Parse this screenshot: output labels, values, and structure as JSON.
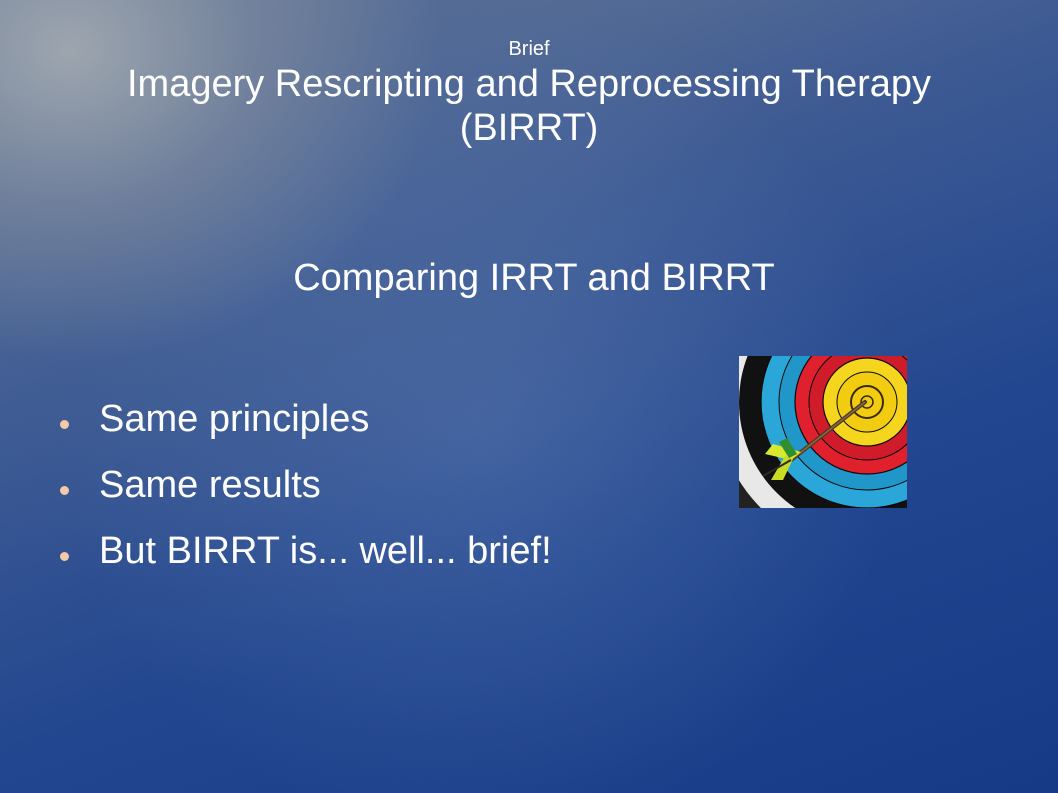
{
  "slide": {
    "title_line1": "Brief",
    "title_line2": "Imagery Rescripting and Reprocessing Therapy",
    "title_line3": "(BIRRT)",
    "subtitle": "Comparing IRRT and BIRRT",
    "bullets": [
      "Same principles",
      "Same results",
      "But BIRRT is... well... brief!"
    ],
    "image_icon": "archery-target-with-arrow-icon"
  }
}
